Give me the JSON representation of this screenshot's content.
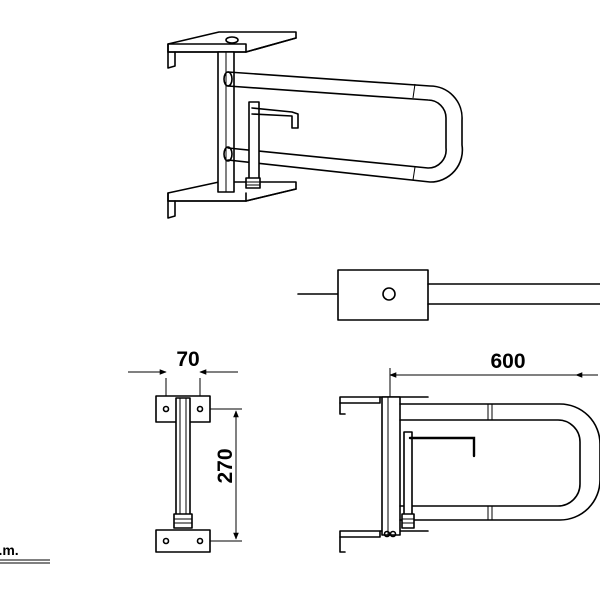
{
  "dimensions": {
    "width": "70",
    "height": "270",
    "length": "600"
  },
  "units": {
    "label": "m.m."
  }
}
